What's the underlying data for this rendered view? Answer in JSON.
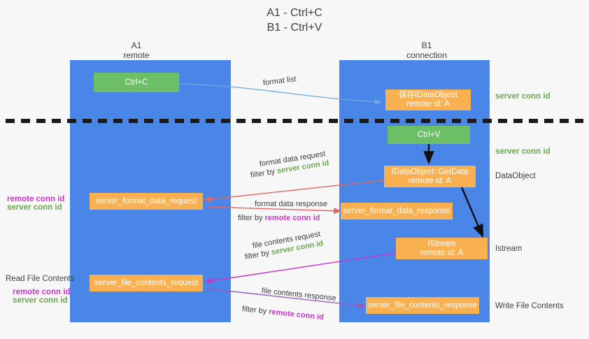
{
  "title": {
    "line1": "A1 - Ctrl+C",
    "line2": "B1 - Ctrl+V"
  },
  "columns": [
    {
      "name": "A1",
      "role": "remote"
    },
    {
      "name": "B1",
      "role": "connection"
    }
  ],
  "nodes": {
    "ctrl_c": {
      "line1": "Ctrl+C",
      "color": "#6dbf67"
    },
    "save_idataobject": {
      "line1": "保存IDataObject",
      "line2": "remote id: A",
      "color": "#f9b050"
    },
    "ctrl_v": {
      "line1": "Ctrl+V",
      "color": "#6dbf67"
    },
    "getdata": {
      "line1": "IDataObject::GetData",
      "line2": "remote id: A",
      "color": "#f9b050"
    },
    "istream": {
      "line1": "IStream",
      "line2": "remote id: A",
      "color": "#f9b050"
    },
    "server_format_data_request": {
      "line1": "server_format_data_request",
      "color": "#f9b050"
    },
    "server_format_data_response": {
      "line1": "server_format_data_response",
      "color": "#f9b050"
    },
    "server_file_contents_request": {
      "line1": "server_file_contents_request",
      "color": "#f9b050"
    },
    "server_file_contents_response": {
      "line1": "server_file_contents_response",
      "color": "#f9b050"
    }
  },
  "edge_labels": {
    "format_list": "format list",
    "format_data_request": "format data request",
    "format_data_request_filter_prefix": "filter by ",
    "format_data_request_filter_value": "server conn id",
    "format_data_response": "format data response",
    "format_data_response_filter_prefix": "filter by ",
    "format_data_response_filter_value": "remote conn id",
    "file_contents_request": "file contents request",
    "file_contents_request_filter_prefix": "filter by ",
    "file_contents_request_filter_value": "server conn id",
    "file_contents_response": "file contents response",
    "file_contents_response_filter_prefix": "filter by ",
    "file_contents_response_filter_value": "remote conn id"
  },
  "annotations": {
    "right_conn_id_top": "server conn id",
    "right_conn_id_second": "server conn id",
    "right_dataobject": "DataObject",
    "right_istream": "Istream",
    "right_write_file_contents": "Write File Contents",
    "left_remote_conn_id_1": "remote conn id",
    "left_server_conn_id_1": "server conn id",
    "left_read_file_contents": "Read File Contents",
    "left_remote_conn_id_2": "remote conn id",
    "left_server_conn_id_2": "server conn id"
  },
  "colors": {
    "lane": "#4a86e8",
    "green_node": "#6dbf67",
    "orange_node": "#f9b050",
    "green_text": "#6aa84f",
    "magenta_text": "#c936c9",
    "divider": "#1a1a1a",
    "arrow_blue": "#6fa8dc",
    "arrow_red": "#e06666",
    "arrow_magenta": "#c936c9",
    "arrow_purple": "#9b59b6",
    "arrow_black": "#111111",
    "background": "#f7f7f7"
  }
}
